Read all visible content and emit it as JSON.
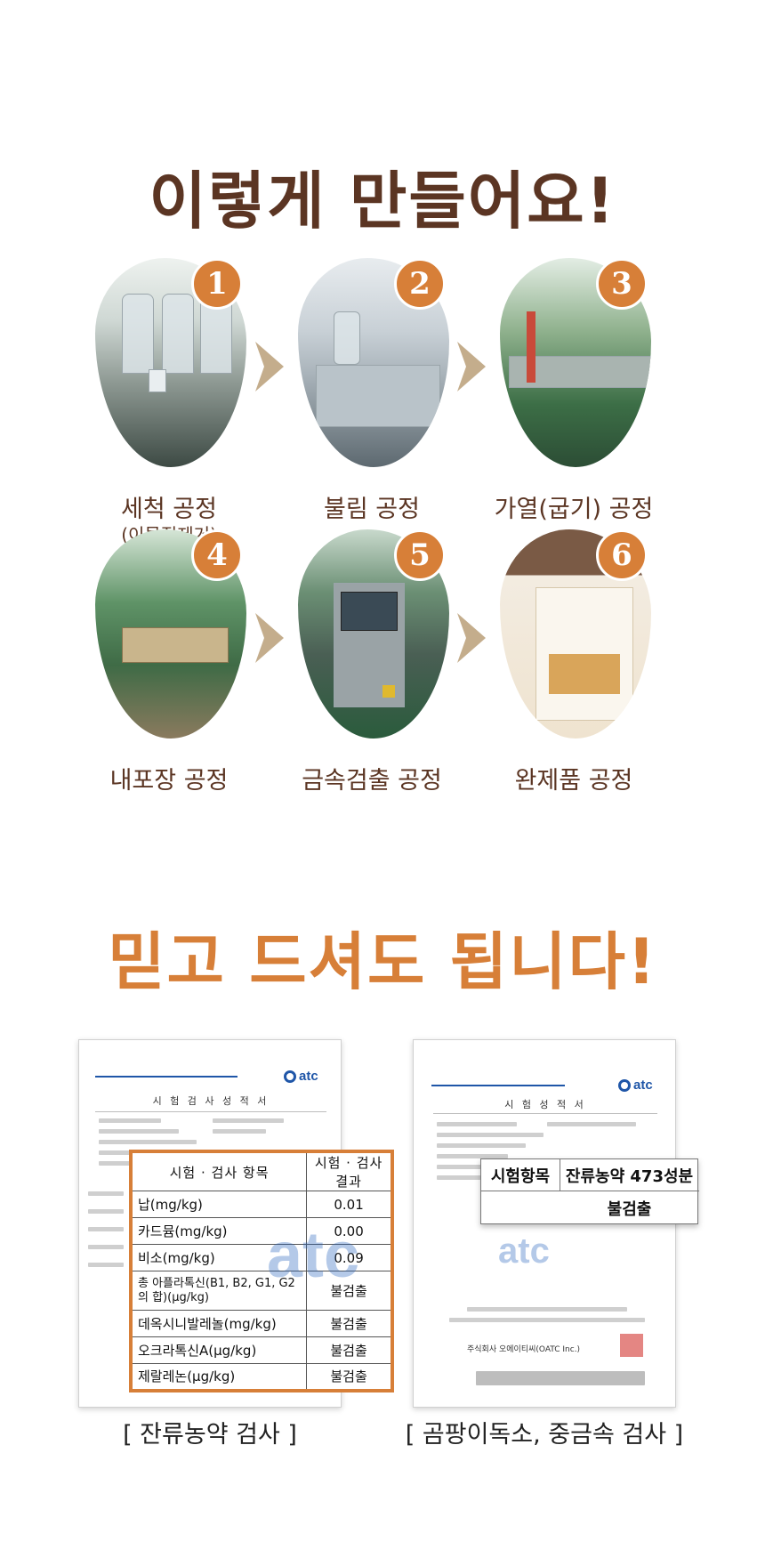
{
  "process_section": {
    "heading": "이렇게 만들어요!",
    "steps": [
      {
        "number": "1",
        "label": "세척 공정",
        "sub": "(이물질제거)"
      },
      {
        "number": "2",
        "label": "불림 공정",
        "sub": ""
      },
      {
        "number": "3",
        "label": "가열(굽기) 공정",
        "sub": ""
      },
      {
        "number": "4",
        "label": "내포장 공정",
        "sub": ""
      },
      {
        "number": "5",
        "label": "금속검출 공정",
        "sub": ""
      },
      {
        "number": "6",
        "label": "완제품 공정",
        "sub": ""
      }
    ]
  },
  "trust_section": {
    "heading": "믿고 드셔도 됩니다!",
    "left_doc": {
      "caption": "[ 잔류농약 검사 ]",
      "logo": "atc",
      "doc_title": "시 험 검 사 성 적 서",
      "table_header": [
        "시험 · 검사 항목",
        "시험 · 검사 결과"
      ],
      "rows": [
        {
          "item": "납(mg/kg)",
          "result": "0.01"
        },
        {
          "item": "카드뮴(mg/kg)",
          "result": "0.00"
        },
        {
          "item": "비소(mg/kg)",
          "result": "0.09"
        },
        {
          "item": "총 아플라톡신(B1, B2, G1, G2의 합)(µg/kg)",
          "result": "불검출"
        },
        {
          "item": "데옥시니발레놀(mg/kg)",
          "result": "불검출"
        },
        {
          "item": "오크라톡신A(µg/kg)",
          "result": "불검출"
        },
        {
          "item": "제랄레논(µg/kg)",
          "result": "불검출"
        }
      ],
      "watermark": "atc"
    },
    "right_doc": {
      "caption": "[ 곰팡이독소, 중금속 검사 ]",
      "logo": "atc",
      "doc_title": "시 험 성 적 서",
      "pest_item_label": "시험항목",
      "pest_item_value": "잔류농약 473성분",
      "pest_result": "불검출",
      "watermark": "atc",
      "issuer": "주식회사 오에이티씨(OATC Inc.)"
    }
  },
  "colors": {
    "brown": "#5b3523",
    "orange": "#d77f38",
    "arrow": "#c4ad8c"
  }
}
